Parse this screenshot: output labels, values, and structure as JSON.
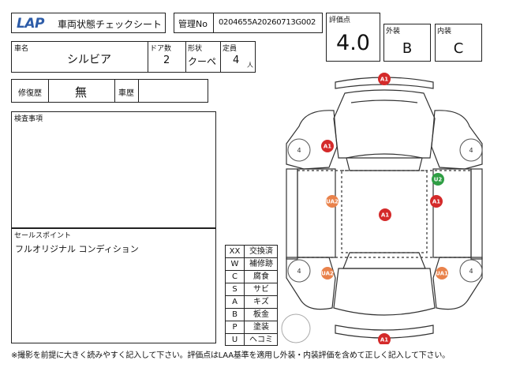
{
  "header": {
    "logo": "LAP",
    "title": "車両状態チェックシート"
  },
  "management": {
    "label": "管理No",
    "value": "0204655A20260713G002"
  },
  "score": {
    "label": "評価点",
    "value": "4.0"
  },
  "exterior": {
    "label": "外装",
    "value": "B"
  },
  "interior": {
    "label": "内装",
    "value": "C"
  },
  "vehicle": {
    "name_label": "車名",
    "name": "シルビア",
    "doors_label": "ドア数",
    "doors": "2",
    "shape_label": "形状",
    "shape": "クーペ",
    "capacity_label": "定員",
    "capacity": "4",
    "capacity_unit": "人"
  },
  "history": {
    "repair_label": "修復歴",
    "repair_value": "無",
    "car_history_label": "車歴",
    "car_history_value": ""
  },
  "inspection": {
    "label": "検査事項",
    "text": ""
  },
  "sales_point": {
    "label": "セールスポイント",
    "text": "フルオリジナル コンディション"
  },
  "legend": [
    {
      "code": "XX",
      "name": "交換済"
    },
    {
      "code": "W",
      "name": "補修跡"
    },
    {
      "code": "C",
      "name": "腐食"
    },
    {
      "code": "S",
      "name": "サビ"
    },
    {
      "code": "A",
      "name": "キズ"
    },
    {
      "code": "B",
      "name": "板金"
    },
    {
      "code": "P",
      "name": "塗装"
    },
    {
      "code": "U",
      "name": "ヘコミ"
    }
  ],
  "marks": {
    "front": "A1",
    "front_fender_left": "A1",
    "roof": "A1",
    "rear": "A1",
    "right_door": "U2",
    "right_quarter": "A1",
    "left_door": "UA2",
    "left_rocker": "UA2",
    "right_rocker": "UA1"
  },
  "tires": {
    "front_left": "4",
    "front_right": "4",
    "rear_left": "4",
    "rear_right": "4"
  },
  "colors": {
    "mark_red": "#d42a2a",
    "mark_orange": "#e9824b",
    "mark_green": "#2f9e44",
    "logo_blue": "#2d5ca8"
  },
  "footer": "※撮影を前提に大きく読みやすく記入して下さい。評価点はLAA基準を適用し外装・内装評価を含めて正しく記入して下さい。"
}
